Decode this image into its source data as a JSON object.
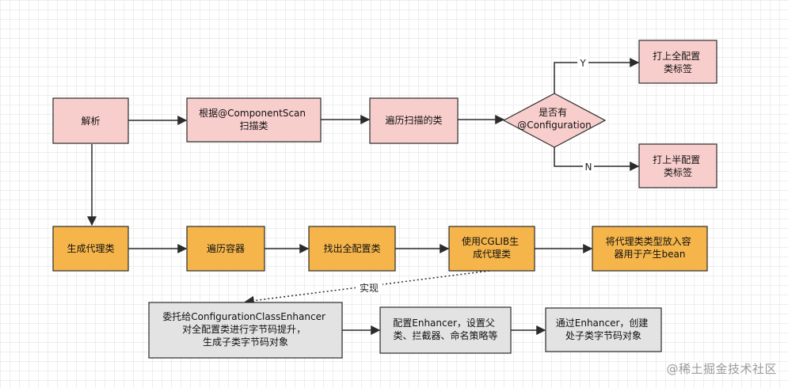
{
  "colors": {
    "pink_fill": "#f8cecc",
    "orange_fill": "#f5b54a",
    "gray_fill": "#e3e3e3",
    "stroke": "#2b2b2b"
  },
  "nodes": {
    "parse": {
      "text": [
        "解析"
      ]
    },
    "scan": {
      "text": [
        "根据@ComponentScan",
        "扫描类"
      ]
    },
    "iterate_scanned": {
      "text": [
        "遍历扫描的类"
      ]
    },
    "has_config": {
      "text": [
        "是否有",
        "@Configuration"
      ]
    },
    "mark_full": {
      "text": [
        "打上全配置",
        "类标签"
      ]
    },
    "mark_half": {
      "text": [
        "打上半配置",
        "类标签"
      ]
    },
    "gen_proxy": {
      "text": [
        "生成代理类"
      ]
    },
    "iterate_container": {
      "text": [
        "遍历容器"
      ]
    },
    "find_full": {
      "text": [
        "找出全配置类"
      ]
    },
    "cglib": {
      "text": [
        "使用CGLIB生",
        "成代理类"
      ]
    },
    "put_type": {
      "text": [
        "将代理类类型放入容",
        "器用于产生bean"
      ]
    },
    "delegate": {
      "text": [
        "委托给ConfigurationClassEnhancer",
        "对全配置类进行字节码提升，",
        "生成子类字节码对象"
      ]
    },
    "configure_enhancer": {
      "text": [
        "配置Enhancer，设置父",
        "类、拦截器、命名策略等"
      ]
    },
    "via_enhancer": {
      "text": [
        "通过Enhancer，创建",
        "处子类字节码对象"
      ]
    }
  },
  "edges": {
    "yes_label": "Y",
    "no_label": "N",
    "implement_label": "实现"
  },
  "watermark": "@稀土掘金技术社区"
}
